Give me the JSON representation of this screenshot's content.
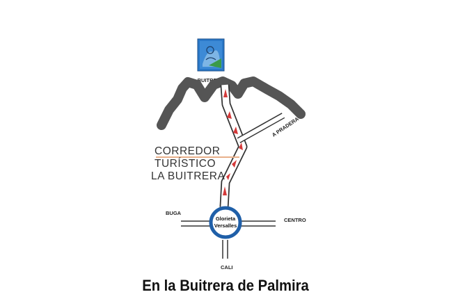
{
  "labels": {
    "top": "BUITRERA",
    "right_road": "A PRADERA",
    "west": "BUGA",
    "east": "CENTRO",
    "south": "CALI"
  },
  "corridor": {
    "line1": "CORREDOR",
    "line2": "TURÍSTICO",
    "line3": "LA BUITRERA"
  },
  "roundabout": {
    "line1": "Glorieta",
    "line2": "Versalles"
  },
  "caption": "En la Buitrera de Palmira",
  "colors": {
    "mountain": "#555555",
    "route_arrows": "#d43a3a",
    "roundabout": "#1f5fa8",
    "logo_blue": "#2a78c8"
  },
  "icons": {
    "logo": "logo-icon"
  }
}
